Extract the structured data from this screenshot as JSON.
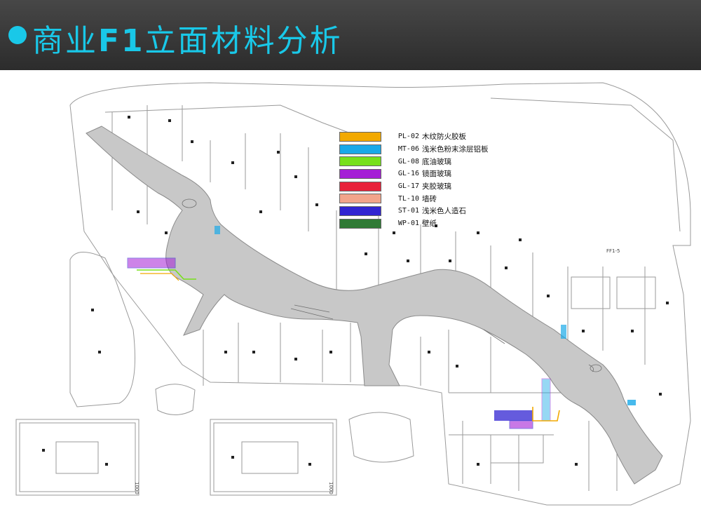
{
  "header": {
    "title_before": "商业",
    "title_f1": "F1",
    "title_after": "立面材料分析",
    "accent_color": "#19c8e8"
  },
  "legend": [
    {
      "code": "PL-02",
      "name": "木纹防火胶板",
      "color": "#f2a900"
    },
    {
      "code": "MT-06",
      "name": "浅米色粉末涂层铝板",
      "color": "#19a9e8"
    },
    {
      "code": "GL-08",
      "name": "底油玻璃",
      "color": "#77e01a"
    },
    {
      "code": "GL-16",
      "name": "镜面玻璃",
      "color": "#a51fd6"
    },
    {
      "code": "GL-17",
      "name": "夹胶玻璃",
      "color": "#e8213a"
    },
    {
      "code": "TL-10",
      "name": "墙砖",
      "color": "#f2a48b"
    },
    {
      "code": "ST-01",
      "name": "浅米色人造石",
      "color": "#3124d1"
    },
    {
      "code": "WP-01",
      "name": "壁纸",
      "color": "#2f7a35"
    }
  ],
  "plan": {
    "corridor_color": "#c8c8c8",
    "wall_color": "#9a9a9a",
    "dim_text_left": "1000",
    "dim_text_mid": "1000",
    "dim_text_right": "FF1-5"
  }
}
